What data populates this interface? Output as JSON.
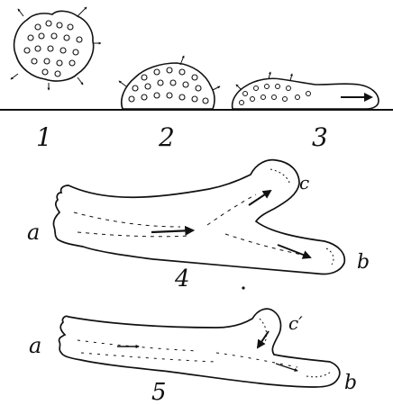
{
  "figure": {
    "labels": {
      "n1": "1",
      "n2": "2",
      "n3": "3",
      "n4": "4",
      "n5": "5",
      "a4": "a",
      "b4": "b",
      "c4": "c",
      "a5": "a",
      "b5": "b",
      "c5": "c′"
    }
  }
}
